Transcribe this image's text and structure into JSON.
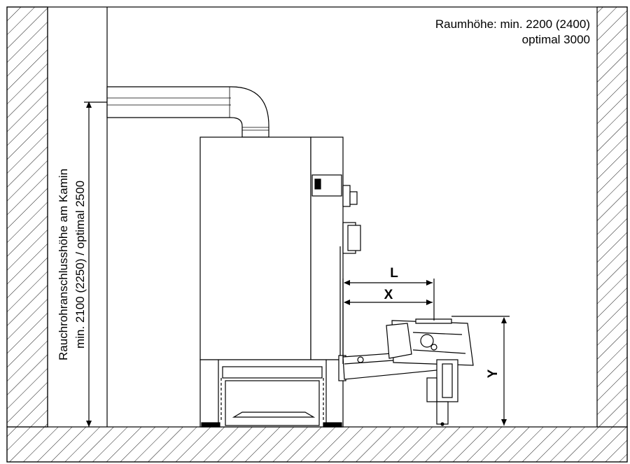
{
  "annotations": {
    "room_height_line1": "Raumhöhe: min. 2200 (2400)",
    "room_height_line2": "optimal 3000",
    "flue_height_line1": "Rauchrohranschlusshöhe am Kamin",
    "flue_height_line2": "min. 2100 (2250) / optimal 2500"
  },
  "dimensions": {
    "L": "L",
    "X": "X",
    "Y": "Y"
  },
  "colors": {
    "line": "#000000",
    "background": "#ffffff",
    "hatch": "#000000"
  }
}
